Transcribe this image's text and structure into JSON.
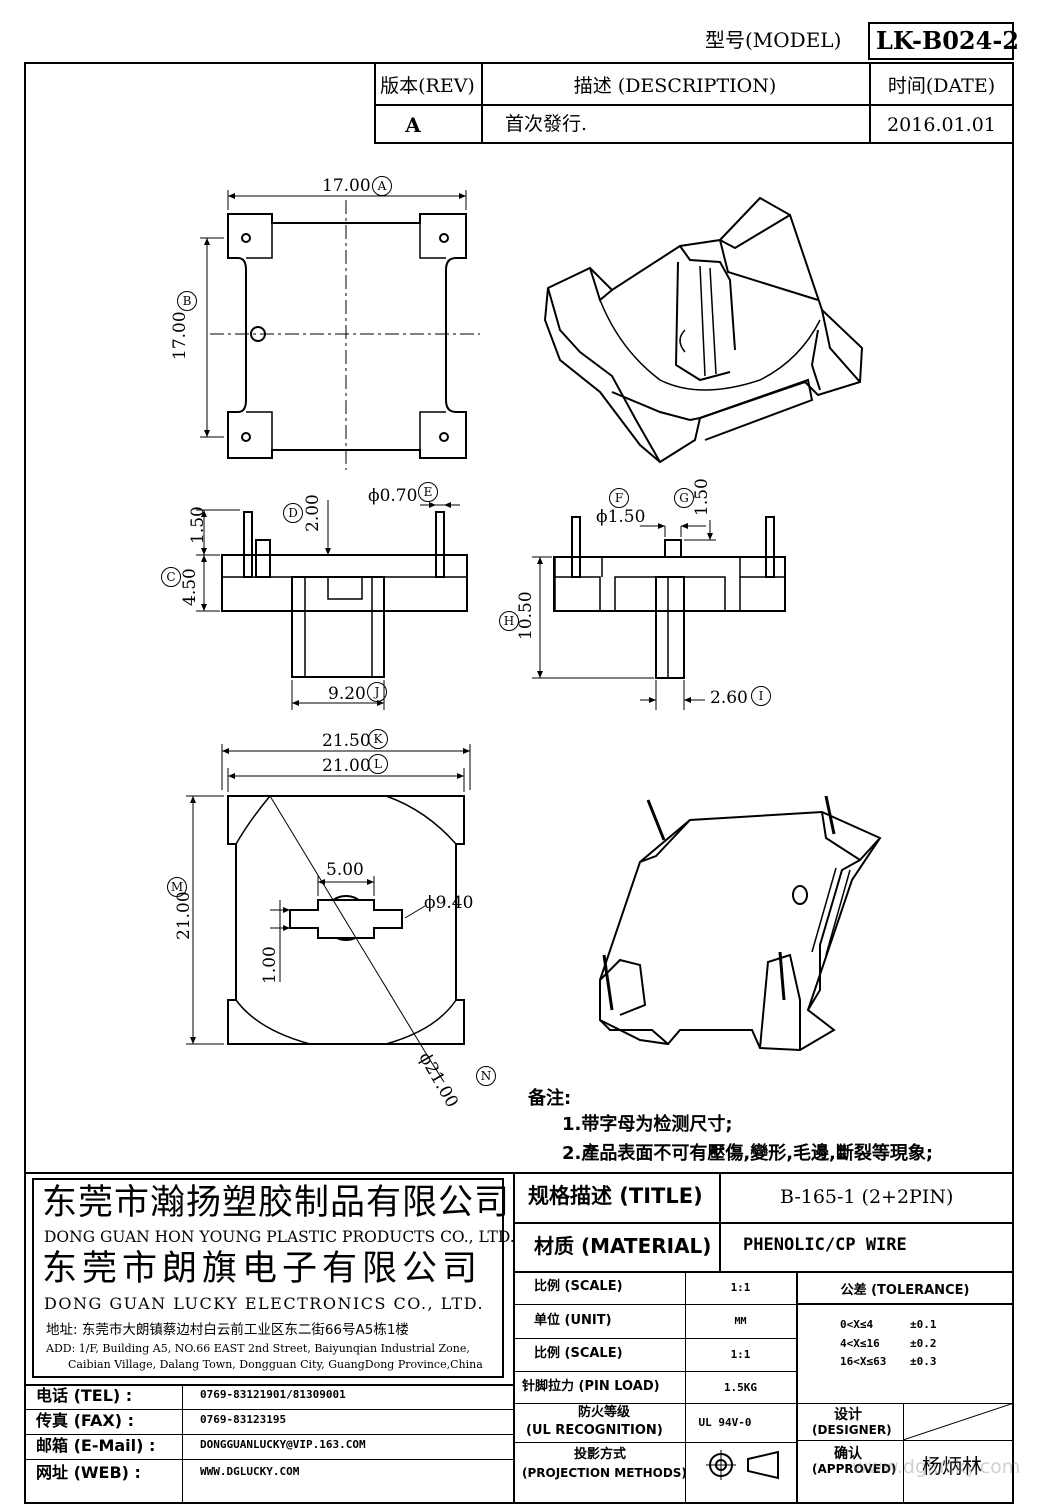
{
  "header": {
    "model_label": "型号(MODEL)",
    "model_value": "LK-B024-2"
  },
  "revision_table": {
    "headers": {
      "rev": "版本(REV)",
      "description": "描述 (DESCRIPTION)",
      "date": "时间(DATE)"
    },
    "rows": [
      {
        "rev": "A",
        "description": "首次發行.",
        "date": "2016.01.01"
      }
    ]
  },
  "dimensions": {
    "top_width": "17.00",
    "top_height": "17.00",
    "side_pin_len": "1.50",
    "side_j_offset": "2.00",
    "pin_dia_e": "ϕ0.70",
    "side_body_h": "4.50",
    "side_core_w": "9.20",
    "front_pin_dia": "ϕ1.50",
    "front_top_pin": "1.50",
    "front_total_h": "10.50",
    "front_core_w": "2.60",
    "bottom_w_outer": "21.50",
    "bottom_w_inner": "21.00",
    "bottom_h": "21.00",
    "bottom_slot_w": "5.00",
    "bottom_hole": "ϕ9.40",
    "bottom_slot_h": "1.00",
    "bottom_dia": "ϕ21.00"
  },
  "balloons": [
    "A",
    "B",
    "C",
    "D",
    "E",
    "F",
    "G",
    "H",
    "I",
    "J",
    "K",
    "L",
    "M",
    "N"
  ],
  "notes": {
    "title": "备注:",
    "items": [
      "1.带字母为检测尺寸;",
      "2.產品表面不可有壓傷,變形,毛邊,斷裂等現象;"
    ]
  },
  "company": {
    "name_cn_1": "东莞市瀚扬塑胶制品有限公司",
    "name_en_1": "DONG GUAN HON YOUNG PLASTIC PRODUCTS CO., LTD.",
    "name_cn_2": "东莞市朗旗电子有限公司",
    "name_en_2": "DONG GUAN LUCKY ELECTRONICS CO., LTD.",
    "address_cn": "地址: 东莞市大朗镇蔡边村白云前工业区东二街66号A5栋1楼",
    "address_en_1": "ADD: 1/F, Building A5, NO.66 EAST 2nd Street, Baiyunqian Industrial Zone,",
    "address_en_2": "Caibian Village, Dalang Town, Dongguan City, GuangDong Province,China"
  },
  "contacts": [
    {
      "label": "电话 (TEL) :",
      "value": "0769-83121901/81309001"
    },
    {
      "label": "传真 (FAX) :",
      "value": "0769-83123195"
    },
    {
      "label": "邮箱 (E-Mail) :",
      "value": "DONGGUANLUCKY@VIP.163.COM"
    },
    {
      "label": "网址 (WEB) :",
      "value": "WWW.DGLUCKY.COM"
    }
  ],
  "spec": {
    "title_label": "规格描述 (TITLE)",
    "title_value": "B-165-1 (2+2PIN)",
    "material_label": "材质 (MATERIAL)",
    "material_value": "PHENOLIC/CP WIRE",
    "scale_label": "比例 (SCALE)",
    "scale_value": "1:1",
    "unit_label": "单位 (UNIT)",
    "unit_value": "MM",
    "scale2_label": "比例 (SCALE)",
    "scale2_value": "1:1",
    "pin_load_label": "针脚拉力 (PIN LOAD)",
    "pin_load_value": "1.5KG",
    "ul_label_1": "防火等级",
    "ul_label_2": "(UL RECOGNITION)",
    "ul_value": "UL 94V-0",
    "projection_label_1": "投影方式",
    "projection_label_2": "(PROJECTION METHODS)",
    "tolerance_label": "公差 (TOLERANCE)",
    "tolerance_rows": [
      {
        "range": "0<X≤4",
        "value": "±0.1"
      },
      {
        "range": "4<X≤16",
        "value": "±0.2"
      },
      {
        "range": "16<X≤63",
        "value": "±0.3"
      }
    ],
    "designer_label_1": "设计",
    "designer_label_2": "(DESIGNER)",
    "approved_label_1": "确认",
    "approved_label_2": "(APPROVED)",
    "approved_value": "杨炳林"
  },
  "watermark": "www.dglucky.com"
}
